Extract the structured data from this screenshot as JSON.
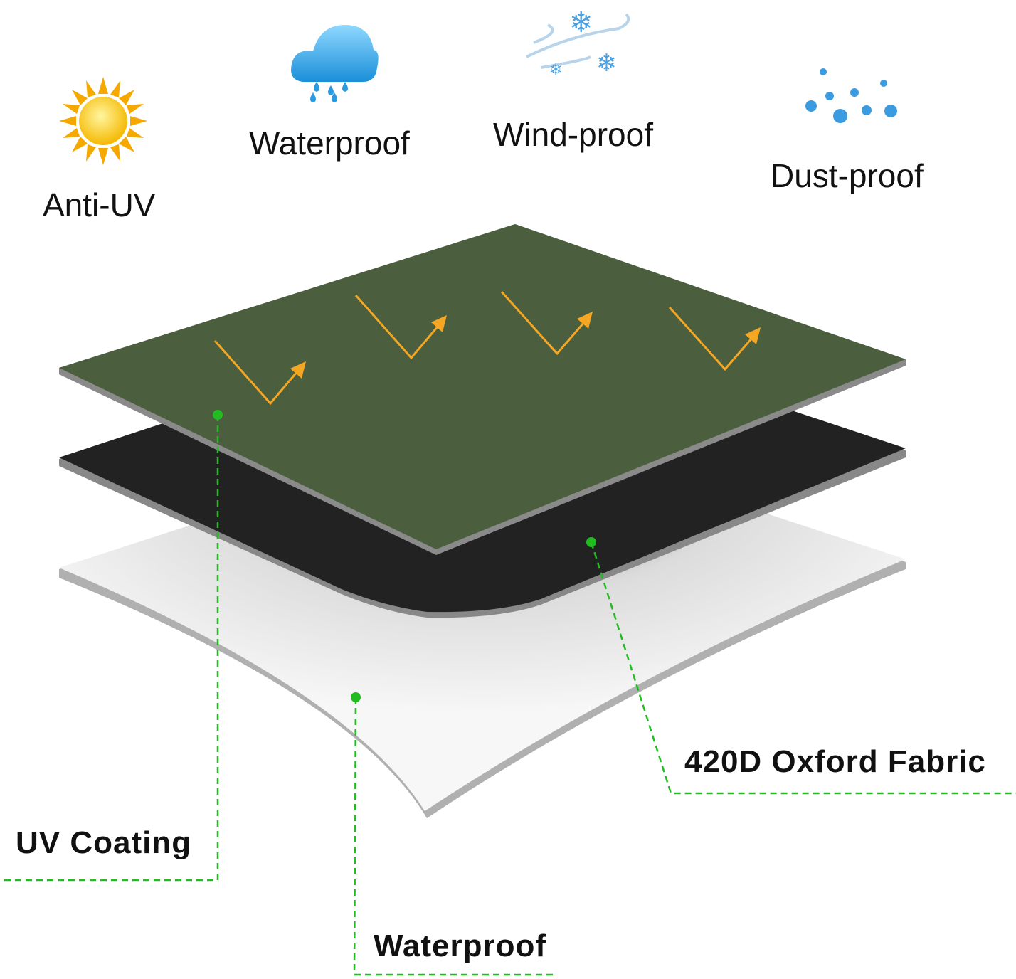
{
  "features": [
    {
      "label": "Anti-UV",
      "icon": "sun-icon"
    },
    {
      "label": "Waterproof",
      "icon": "rain-cloud-icon"
    },
    {
      "label": "Wind-proof",
      "icon": "wind-snow-icon"
    },
    {
      "label": "Dust-proof",
      "icon": "dust-particles-icon"
    }
  ],
  "layers": [
    {
      "label": "UV Coating",
      "color": "#4b5f3e"
    },
    {
      "label": "420D Oxford Fabric",
      "color": "#222222"
    },
    {
      "label": "Waterproof",
      "color": "#f2f2f2"
    }
  ],
  "colors": {
    "arrow": "#f5a623",
    "leader": "#22bb22"
  }
}
